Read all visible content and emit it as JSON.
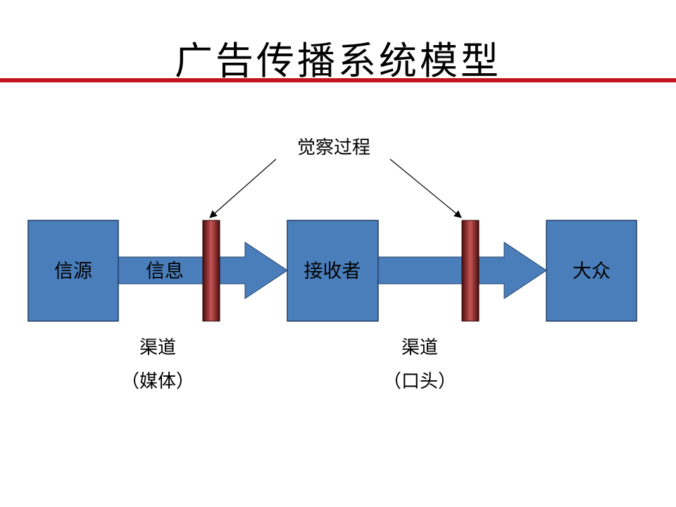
{
  "title": "广告传播系统模型",
  "colors": {
    "title_bar": "#c0151b",
    "box_fill": "#4a7ebb",
    "box_stroke": "#1f3e66",
    "filter_dark": "#4a0c0c",
    "filter_light": "#c65454"
  },
  "nodes": {
    "source": "信源",
    "message": "信息",
    "receiver": "接收者",
    "public": "大众"
  },
  "perception_label": "觉察过程",
  "channels": [
    {
      "line1": "渠道",
      "line2": "（媒体）"
    },
    {
      "line1": "渠道",
      "line2": "（口头）"
    }
  ]
}
